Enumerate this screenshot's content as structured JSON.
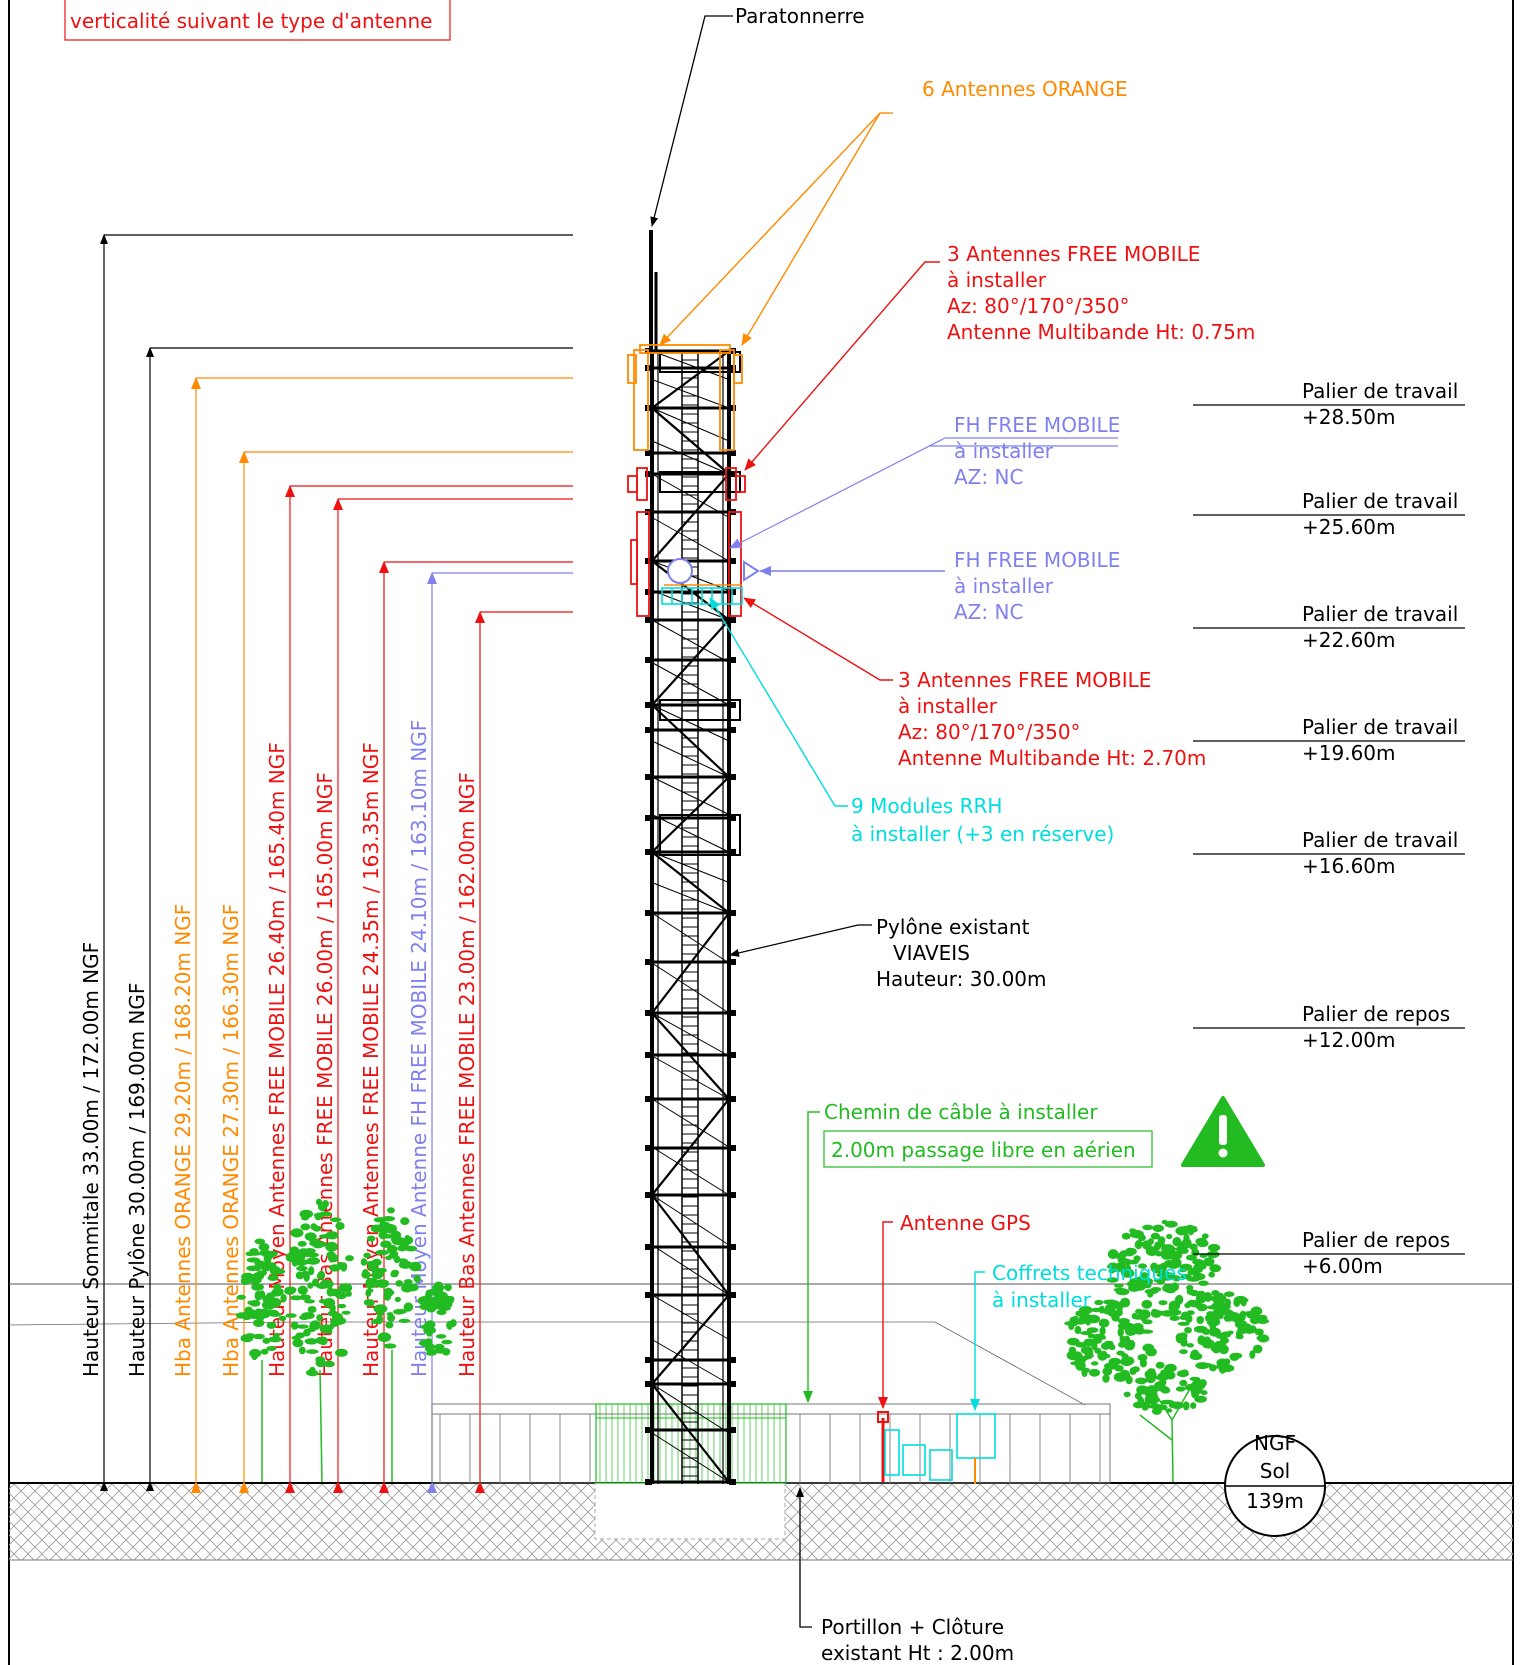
{
  "colors": {
    "black": "#000000",
    "orange": "#ff8a00",
    "red": "#ee1111",
    "blue": "#8080ee",
    "cyan": "#00dddd",
    "green": "#22bb22"
  },
  "note_box": {
    "text": "verticalité suivant le type d'antenne"
  },
  "lightning": {
    "label": "Paratonnerre"
  },
  "callouts": {
    "orange_antennas": "6 Antennes ORANGE",
    "free_top": [
      "3 Antennes FREE MOBILE",
      "à installer",
      "Az: 80°/170°/350°",
      "Antenne Multibande Ht: 0.75m"
    ],
    "fh1": [
      "FH FREE MOBILE",
      "à installer",
      "AZ: NC"
    ],
    "fh2": [
      "FH FREE MOBILE",
      "à installer",
      "AZ: NC"
    ],
    "free_bottom": [
      "3 Antennes FREE MOBILE",
      "à installer",
      "Az: 80°/170°/350°",
      "Antenne Multibande Ht: 2.70m"
    ],
    "rrh": [
      "9 Modules RRH",
      "à installer (+3 en réserve)"
    ],
    "pylone": [
      "Pylône existant",
      "VIAVEIS",
      "Hauteur: 30.00m"
    ],
    "cable": "Chemin de câble à installer",
    "cable_box": "2.00m passage libre en aérien",
    "gps": "Antenne GPS",
    "coffrets": [
      "Coffrets techniques",
      "à installer"
    ],
    "portillon": [
      "Portillon + Clôture",
      "existant Ht : 2.00m"
    ]
  },
  "paliers": [
    {
      "title": "Palier de travail",
      "level": "+28.50m"
    },
    {
      "title": "Palier de travail",
      "level": "+25.60m"
    },
    {
      "title": "Palier de travail",
      "level": "+22.60m"
    },
    {
      "title": "Palier de travail",
      "level": "+19.60m"
    },
    {
      "title": "Palier de travail",
      "level": "+16.60m"
    },
    {
      "title": "Palier de repos",
      "level": "+12.00m"
    },
    {
      "title": "Palier de repos",
      "level": "+6.00m"
    }
  ],
  "heights": [
    {
      "text": "Hauteur Sommitale 33.00m / 172.00m NGF",
      "color": "black"
    },
    {
      "text": "Hauteur Pylône  30.00m / 169.00m NGF",
      "color": "black"
    },
    {
      "text": "Hba Antennes ORANGE  29.20m /  168.20m NGF",
      "color": "orange"
    },
    {
      "text": "Hba Antennes ORANGE  27.30m / 166.30m NGF",
      "color": "orange"
    },
    {
      "text": "Hauteur Moyen Antennes FREE MOBILE 26.40m / 165.40m NGF",
      "color": "red"
    },
    {
      "text": "Hauteur Bas Antennes FREE MOBILE 26.00m / 165.00m NGF",
      "color": "red"
    },
    {
      "text": "Hauteur Moyen Antennes FREE MOBILE 24.35m / 163.35m NGF",
      "color": "red"
    },
    {
      "text": "Hauteur Moyen Antenne FH FREE MOBILE 24.10m / 163.10m NGF",
      "color": "blue"
    },
    {
      "text": "Hauteur Bas Antennes FREE MOBILE 23.00m / 162.00m NGF",
      "color": "red"
    }
  ],
  "ngf": {
    "top": "NGF",
    "middle": "Sol",
    "bottom": "139m"
  }
}
